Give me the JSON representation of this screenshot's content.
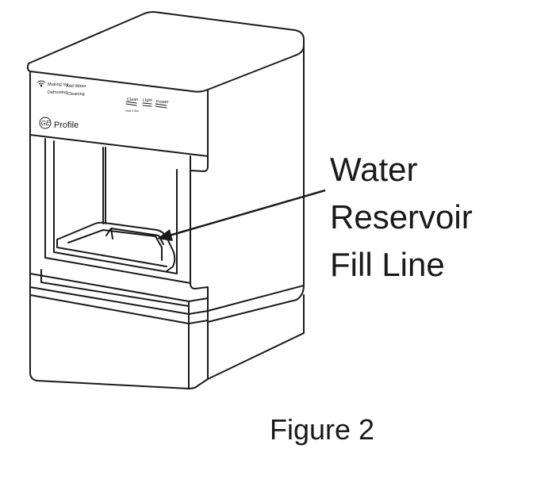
{
  "panel": {
    "status_making_ice": "Making Ice",
    "status_add_water": "Add Water",
    "status_defrosting": "Defrosting",
    "status_cleaning": "Cleaning",
    "button_clean": "Clean",
    "button_clean_sub": "Hold 3 Sec",
    "button_light": "Light",
    "button_power": "Power"
  },
  "brand": {
    "logo_text": "GE",
    "product_name": "Profile"
  },
  "callout": {
    "line1": "Water",
    "line2": "Reservoir",
    "line3": "Fill Line"
  },
  "caption": "Figure 2"
}
